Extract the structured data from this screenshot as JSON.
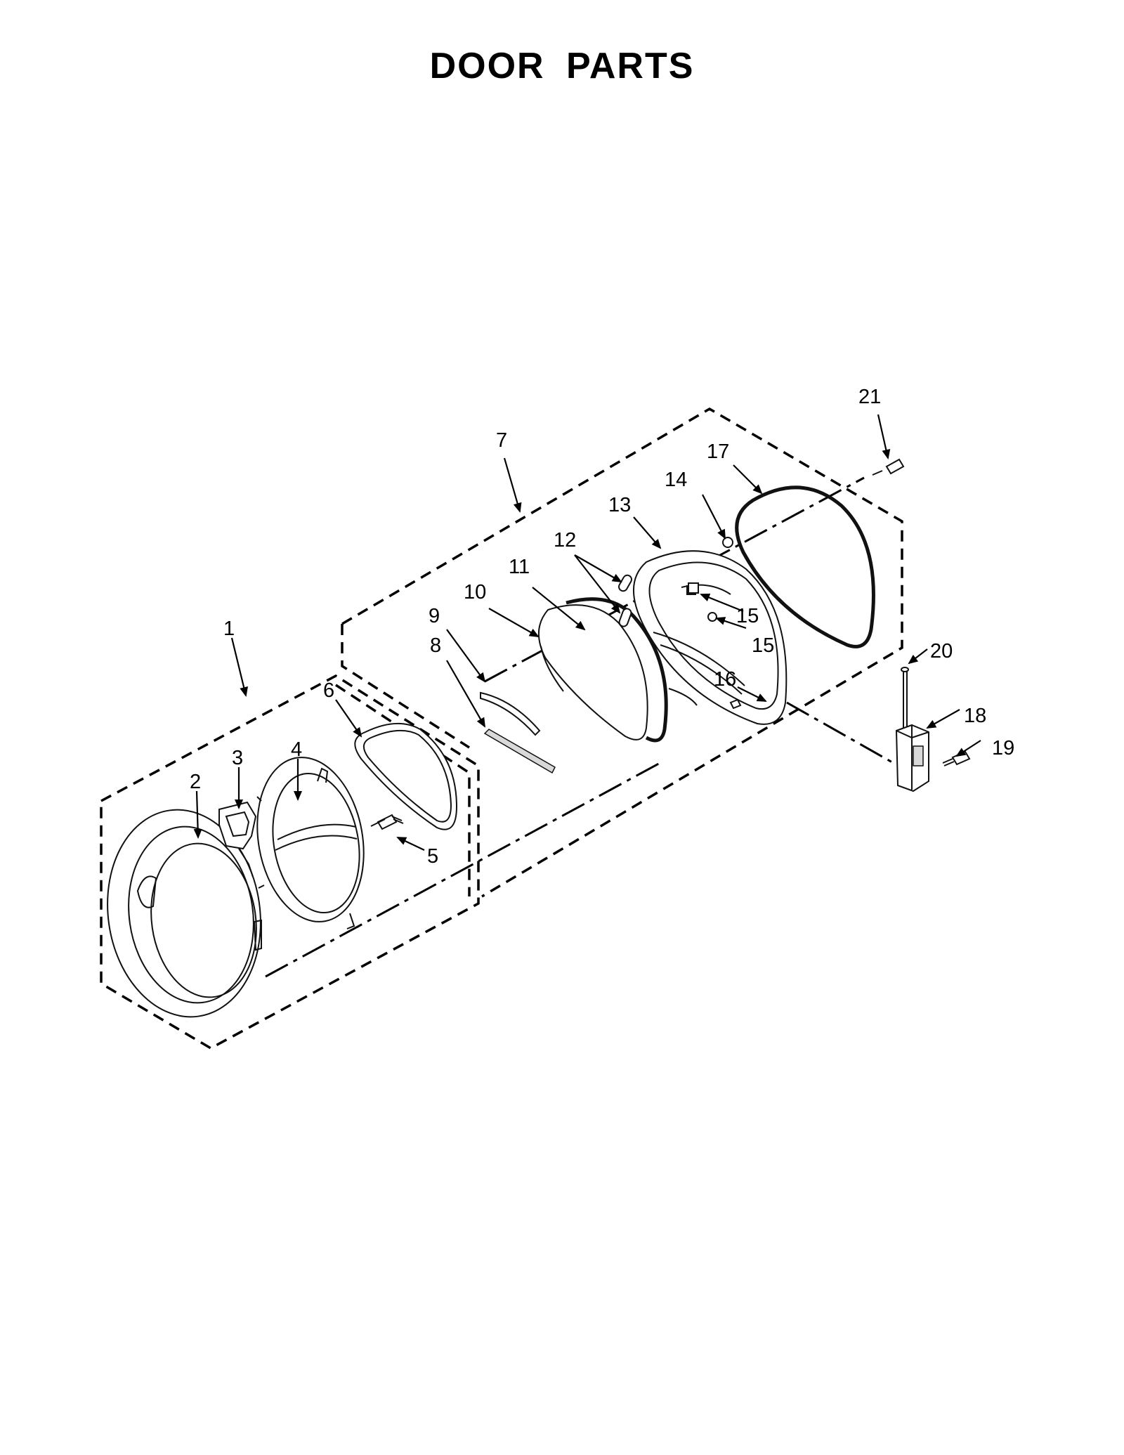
{
  "title": "DOOR PARTS",
  "callouts": [
    "1",
    "2",
    "3",
    "4",
    "5",
    "6",
    "7",
    "8",
    "9",
    "10",
    "11",
    "12",
    "13",
    "14",
    "15",
    "15",
    "16",
    "17",
    "18",
    "19",
    "20",
    "21"
  ]
}
